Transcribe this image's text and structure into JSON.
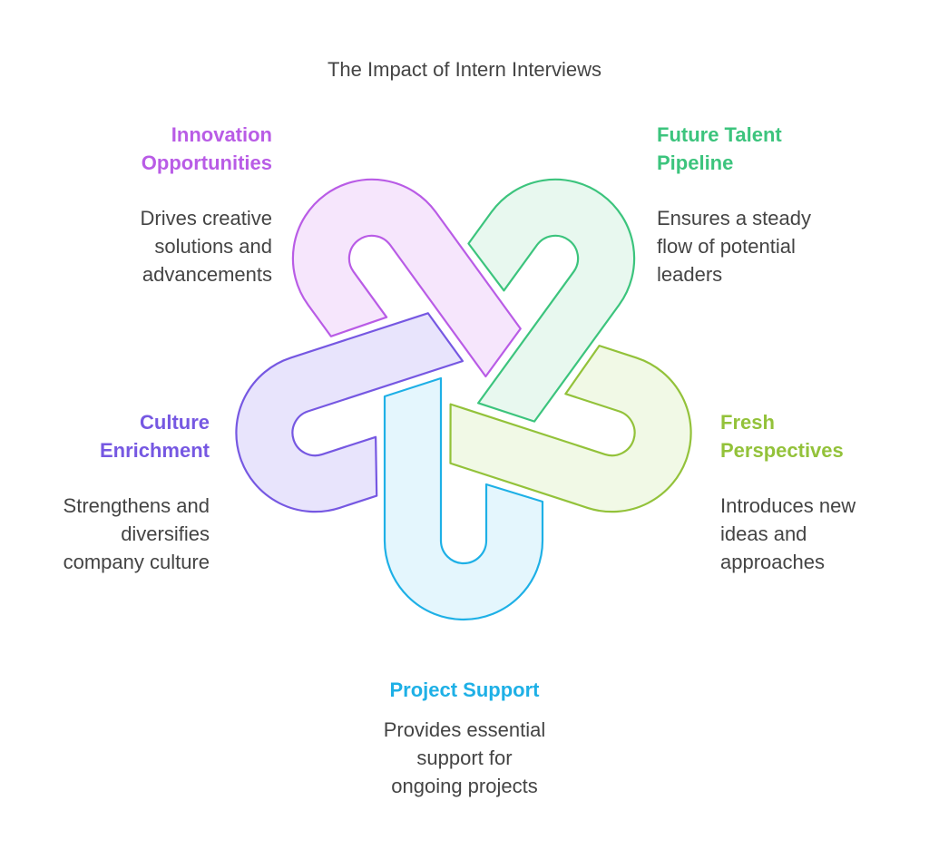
{
  "title": "The Impact of Intern Interviews",
  "items": [
    {
      "id": "project-support",
      "heading": "Project Support",
      "description_lines": [
        "Provides essential",
        "support for",
        "ongoing projects"
      ],
      "stroke": "#1EB0E6",
      "fill": "#E4F6FD",
      "text_color": "#1EB0E6"
    },
    {
      "id": "culture-enrichment",
      "heading_lines": [
        "Culture",
        "Enrichment"
      ],
      "description_lines": [
        "Strengthens and",
        "diversifies",
        "company culture"
      ],
      "stroke": "#7658E2",
      "fill": "#E8E4FC",
      "text_color": "#7658E2"
    },
    {
      "id": "innovation-opportunities",
      "heading_lines": [
        "Innovation",
        "Opportunities"
      ],
      "description_lines": [
        "Drives creative",
        "solutions and",
        "advancements"
      ],
      "stroke": "#B95CE6",
      "fill": "#F6E6FC",
      "text_color": "#B95CE6"
    },
    {
      "id": "future-talent-pipeline",
      "heading_lines": [
        "Future Talent",
        "Pipeline"
      ],
      "description_lines": [
        "Ensures a steady",
        "flow of potential",
        "leaders"
      ],
      "stroke": "#3CC47D",
      "fill": "#E8F8EF",
      "text_color": "#3CC47D"
    },
    {
      "id": "fresh-perspectives",
      "heading_lines": [
        "Fresh",
        "Perspectives"
      ],
      "description_lines": [
        "Introduces new",
        "ideas and",
        "approaches"
      ],
      "stroke": "#93C23A",
      "fill": "#F1F9E6",
      "text_color": "#93C23A"
    }
  ]
}
